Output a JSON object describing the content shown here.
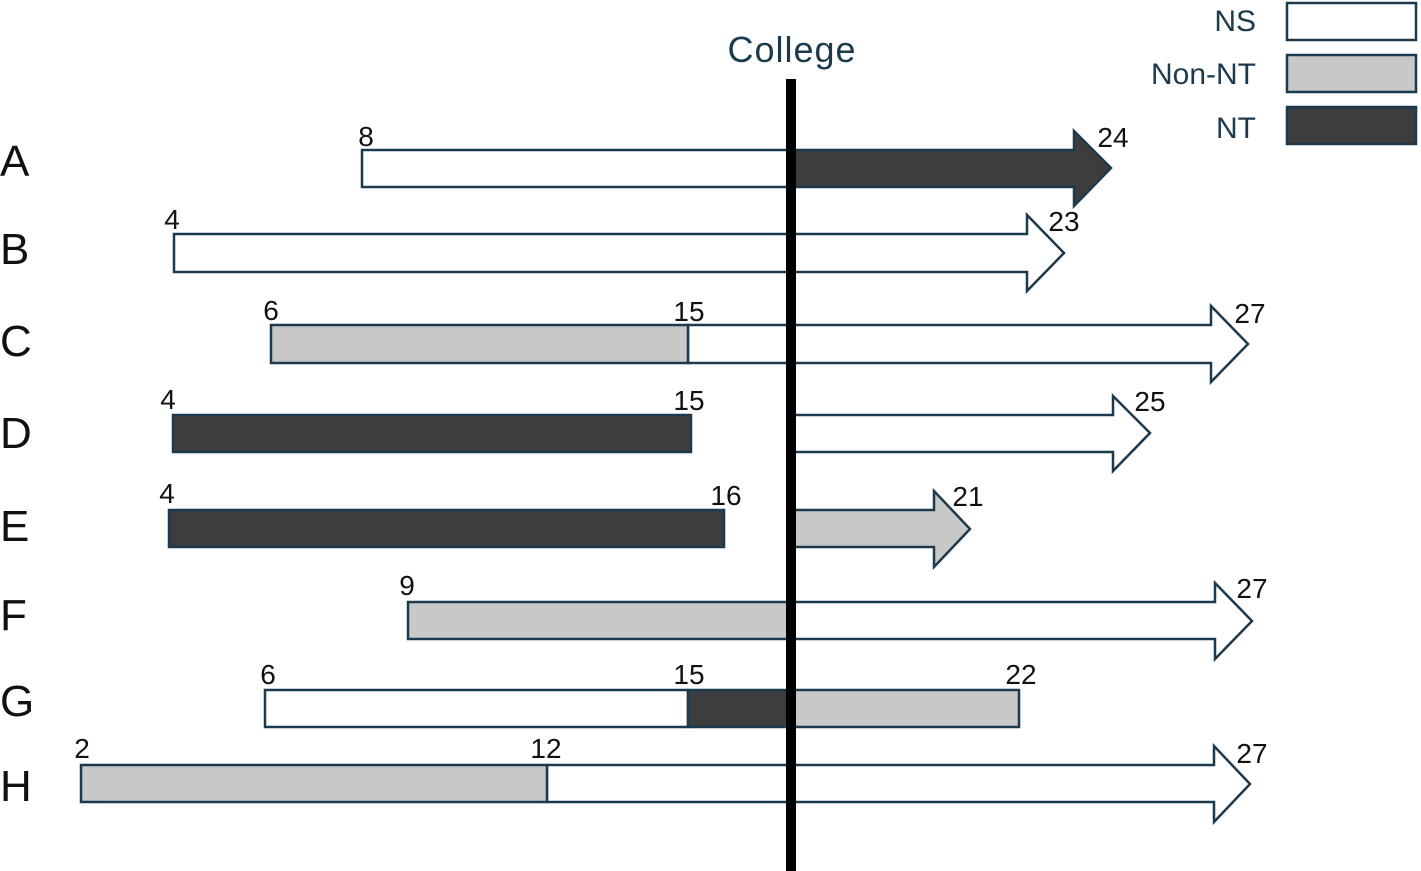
{
  "college_label": "College",
  "legend": [
    {
      "key": "NS",
      "label": "NS",
      "color": "#ffffff"
    },
    {
      "key": "NonNT",
      "label": "Non-NT",
      "color": "#c8c8c8"
    },
    {
      "key": "NT",
      "label": "NT",
      "color": "#3d3d3f"
    }
  ],
  "colors": {
    "NS": "#ffffff",
    "NonNT": "#c8c8c8",
    "NT": "#3d3d3f",
    "outline": "#1c3a4e",
    "college_line": "#000000"
  },
  "rows": [
    {
      "label": "A",
      "segments": [
        {
          "start": 8,
          "end": "college",
          "cat": "NS"
        },
        {
          "start": "college",
          "end": 24,
          "cat": "NT",
          "arrow": true
        }
      ],
      "numbers": [
        "8",
        "24"
      ]
    },
    {
      "label": "B",
      "segments": [
        {
          "start": 4,
          "end": 23,
          "cat": "NS",
          "arrow": true
        }
      ],
      "numbers": [
        "4",
        "23"
      ]
    },
    {
      "label": "C",
      "segments": [
        {
          "start": 6,
          "end": 15,
          "cat": "NonNT"
        },
        {
          "start": 15,
          "end": 27,
          "cat": "NS",
          "arrow": true
        }
      ],
      "numbers": [
        "6",
        "15",
        "27"
      ]
    },
    {
      "label": "D",
      "segments": [
        {
          "start": 4,
          "end": 15,
          "cat": "NT"
        },
        {
          "start": "college",
          "end": 25,
          "cat": "NS",
          "arrow": true
        }
      ],
      "numbers": [
        "4",
        "15",
        "25"
      ]
    },
    {
      "label": "E",
      "segments": [
        {
          "start": 4,
          "end": 16,
          "cat": "NT"
        },
        {
          "start": "college",
          "end": 21,
          "cat": "NonNT",
          "arrow": true
        }
      ],
      "numbers": [
        "4",
        "16",
        "21"
      ]
    },
    {
      "label": "F",
      "segments": [
        {
          "start": 9,
          "end": "college",
          "cat": "NonNT"
        },
        {
          "start": "college",
          "end": 27,
          "cat": "NS",
          "arrow": true
        }
      ],
      "numbers": [
        "9",
        "27"
      ]
    },
    {
      "label": "G",
      "segments": [
        {
          "start": 6,
          "end": 15,
          "cat": "NS"
        },
        {
          "start": 15,
          "end": "college",
          "cat": "NT"
        },
        {
          "start": "college",
          "end": 22,
          "cat": "NonNT"
        }
      ],
      "numbers": [
        "6",
        "15",
        "22"
      ]
    },
    {
      "label": "H",
      "segments": [
        {
          "start": 2,
          "end": 12,
          "cat": "NonNT"
        },
        {
          "start": 12,
          "end": 27,
          "cat": "NS",
          "arrow": true
        }
      ],
      "numbers": [
        "2",
        "12",
        "27"
      ]
    }
  ]
}
